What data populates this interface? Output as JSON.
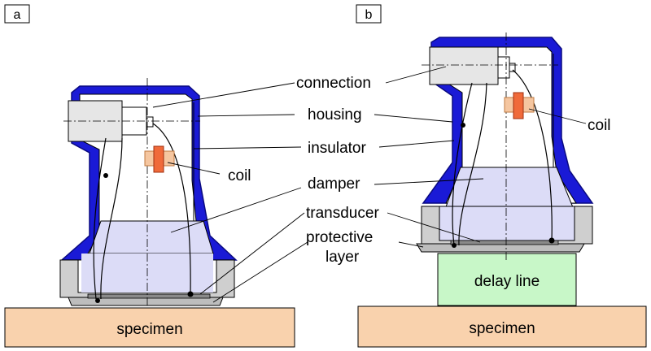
{
  "panels": {
    "a": "a",
    "b": "b"
  },
  "labels": {
    "connection": "connection",
    "housing": "housing",
    "insulator": "insulator",
    "coil": "coil",
    "damper": "damper",
    "transducer": "transducer",
    "protective_line1": "protective",
    "protective_line2": "layer"
  },
  "blocks": {
    "specimen_a": "specimen",
    "specimen_b": "specimen",
    "delay_line": "delay line"
  },
  "colors": {
    "housing": "#1a1ad6",
    "damper": "#dcdcf7",
    "coil": "#f06a3a",
    "coil_winding": "#f5c6a0",
    "specimen": "#f9d2ad",
    "delay_line": "#c8f7c8",
    "connector": "#e6e6e6",
    "base_block": "#cfcfcf"
  }
}
